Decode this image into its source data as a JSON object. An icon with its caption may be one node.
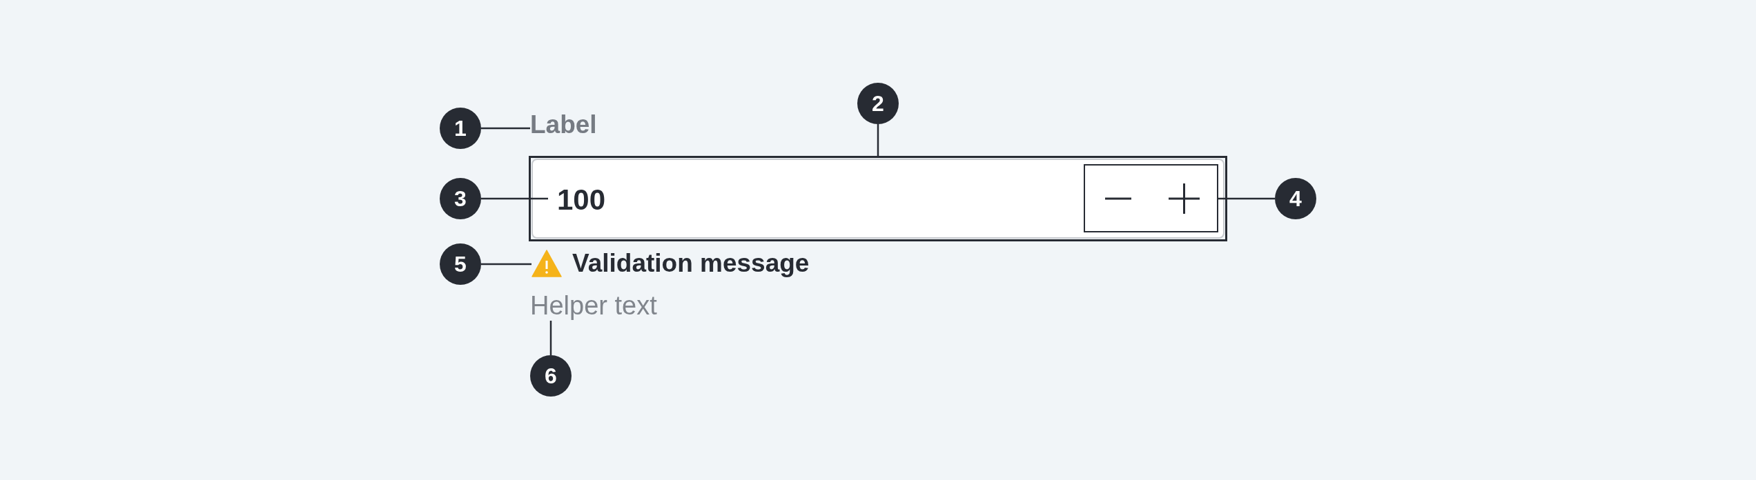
{
  "diagram": {
    "nodes": [
      {
        "text": [
          "1"
        ]
      },
      {
        "text": [
          "Label"
        ]
      },
      {
        "text": [
          "2"
        ]
      },
      {
        "text": [],
        "shape": "box"
      },
      {
        "text": [
          "3"
        ]
      },
      {
        "text": [
          "100"
        ],
        "in": 3
      },
      {
        "text": [],
        "shape": "box",
        "in": 3
      },
      {
        "text": [
          "4"
        ]
      },
      {
        "text": [
          "5"
        ]
      },
      {
        "text": [
          "Validation message"
        ]
      },
      {
        "text": [
          "Helper text"
        ]
      },
      {
        "text": [
          "6"
        ]
      }
    ],
    "edges": [
      {
        "from": 0,
        "to": 1,
        "arrow": "none"
      },
      {
        "from": 2,
        "to": 3,
        "arrow": "none"
      },
      {
        "from": 4,
        "to": 5,
        "arrow": "none"
      },
      {
        "from": 7,
        "to": 6,
        "arrow": "none"
      },
      {
        "from": 8,
        "to": 9,
        "arrow": "none"
      },
      {
        "from": 11,
        "to": 10,
        "arrow": "none"
      }
    ]
  }
}
